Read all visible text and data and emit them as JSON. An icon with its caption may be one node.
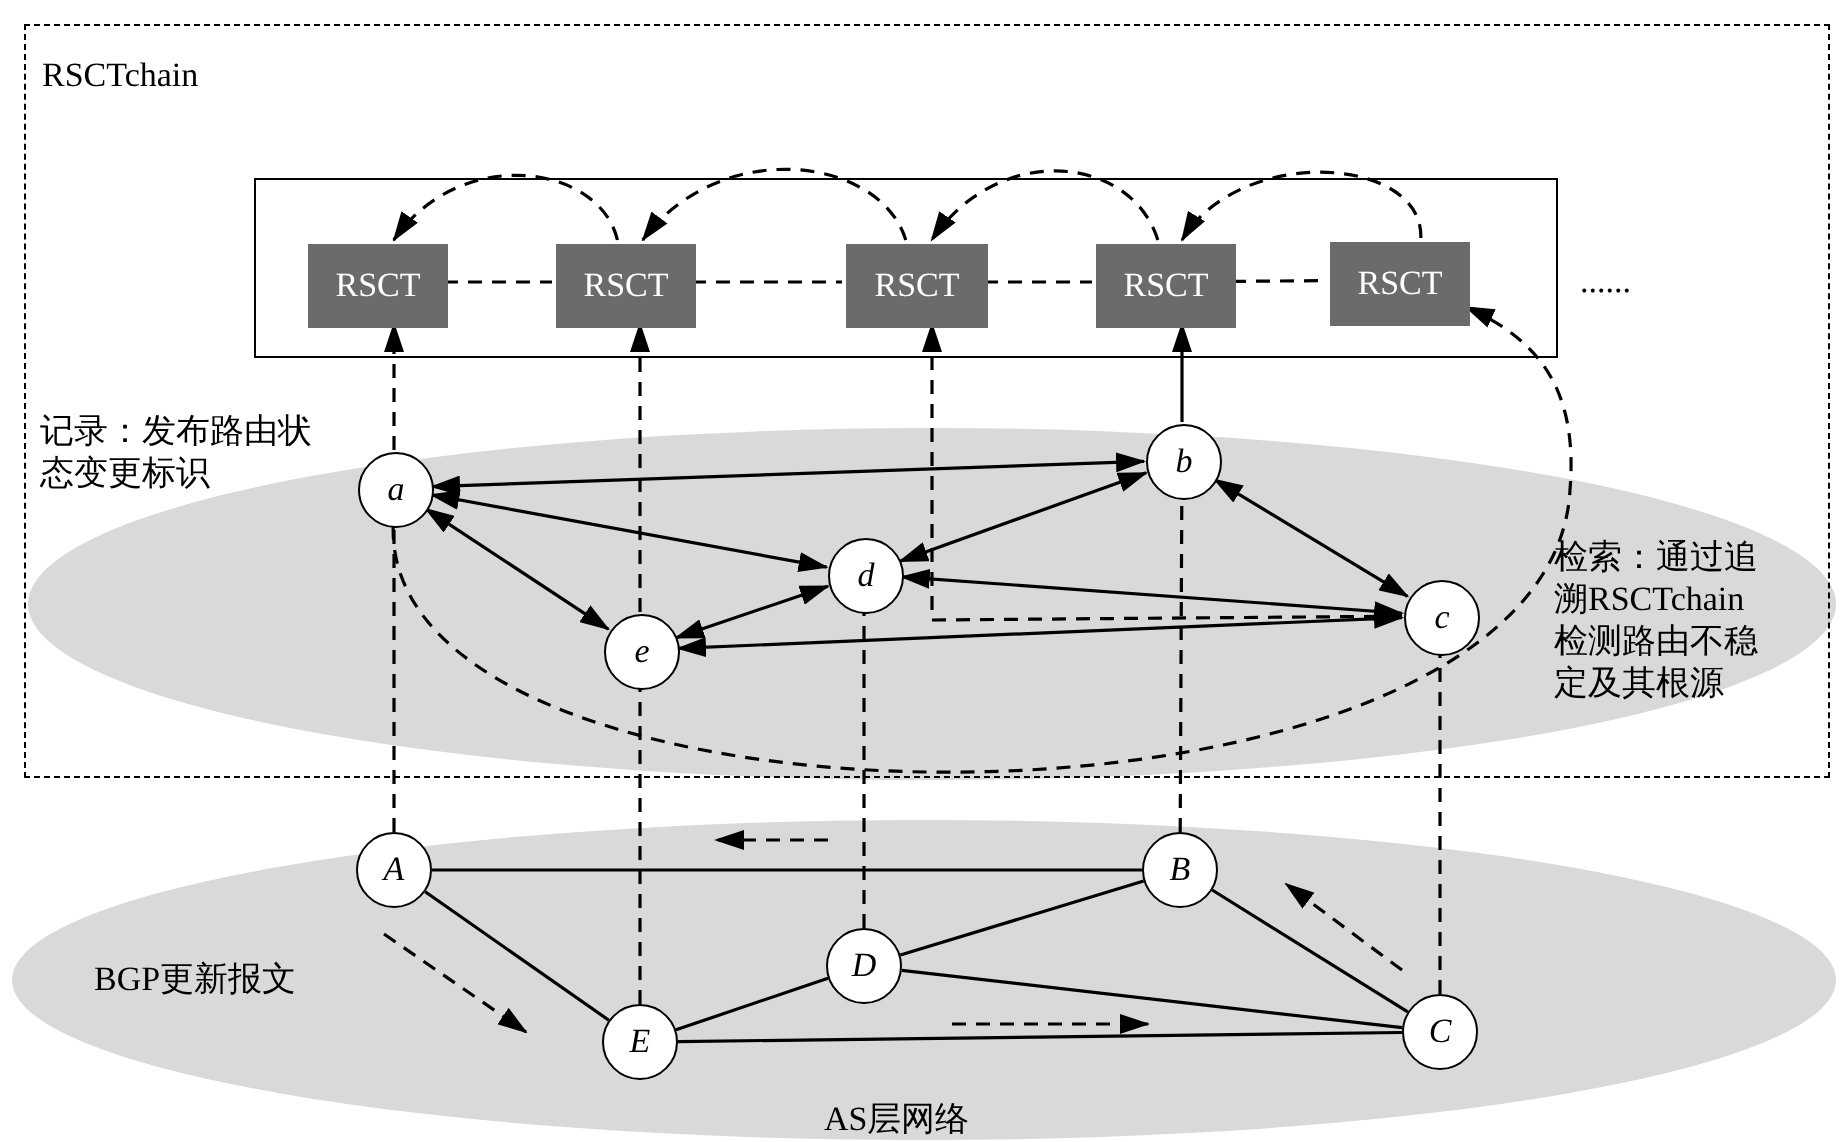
{
  "diagram": {
    "nodes": [
      {
        "text": [
          "RSCTchain"
        ]
      },
      {
        "text": [],
        "shape": "box",
        "in": 0
      },
      {
        "text": [
          "RSCT"
        ],
        "in": 1
      },
      {
        "text": [
          "RSCT"
        ],
        "in": 1
      },
      {
        "text": [
          "RSCT"
        ],
        "in": 1
      },
      {
        "text": [
          "RSCT"
        ],
        "in": 1
      },
      {
        "text": [
          "RSCT"
        ],
        "in": 1
      },
      {
        "text": [
          "a"
        ],
        "in": 0
      },
      {
        "text": [
          "b"
        ],
        "in": 0
      },
      {
        "text": [
          "d"
        ],
        "in": 0
      },
      {
        "text": [
          "e"
        ],
        "in": 0
      },
      {
        "text": [
          "c"
        ],
        "in": 0
      },
      {
        "text": [
          "A"
        ]
      },
      {
        "text": [
          "B"
        ]
      },
      {
        "text": [
          "D"
        ]
      },
      {
        "text": [
          "E"
        ]
      },
      {
        "text": [
          "C"
        ]
      }
    ],
    "edges": [
      {
        "from": 2,
        "to": 3,
        "arrow": "none",
        "style": "dashed"
      },
      {
        "from": 3,
        "to": 4,
        "arrow": "none",
        "style": "dashed"
      },
      {
        "from": 4,
        "to": 5,
        "arrow": "none",
        "style": "dashed"
      },
      {
        "from": 5,
        "to": 6,
        "arrow": "none",
        "style": "dashed"
      },
      {
        "from": 3,
        "to": 2,
        "arrow": "to",
        "style": "dashed"
      },
      {
        "from": 4,
        "to": 3,
        "arrow": "to",
        "style": "dashed"
      },
      {
        "from": 5,
        "to": 4,
        "arrow": "to",
        "style": "dashed"
      },
      {
        "from": 6,
        "to": 5,
        "arrow": "to",
        "style": "dashed"
      },
      {
        "from": 7,
        "to": 2,
        "arrow": "to",
        "style": "dashed"
      },
      {
        "from": 10,
        "to": 3,
        "arrow": "to",
        "style": "dashed"
      },
      {
        "from": 11,
        "to": 4,
        "arrow": "to",
        "style": "dashed"
      },
      {
        "from": 8,
        "to": 5,
        "arrow": "to"
      },
      {
        "from": 7,
        "to": 6,
        "arrow": "to",
        "style": "dashed"
      },
      {
        "from": 7,
        "to": 8,
        "arrow": "both"
      },
      {
        "from": 7,
        "to": 9,
        "arrow": "both"
      },
      {
        "from": 7,
        "to": 10,
        "arrow": "both"
      },
      {
        "from": 10,
        "to": 9,
        "arrow": "both"
      },
      {
        "from": 9,
        "to": 8,
        "arrow": "both"
      },
      {
        "from": 8,
        "to": 11,
        "arrow": "both"
      },
      {
        "from": 9,
        "to": 11,
        "arrow": "both"
      },
      {
        "from": 10,
        "to": 11,
        "arrow": "both"
      },
      {
        "from": 12,
        "to": 7,
        "arrow": "none",
        "style": "dashed"
      },
      {
        "from": 15,
        "to": 10,
        "arrow": "none",
        "style": "dashed"
      },
      {
        "from": 14,
        "to": 9,
        "arrow": "none",
        "style": "dashed"
      },
      {
        "from": 13,
        "to": 8,
        "arrow": "none",
        "style": "dashed"
      },
      {
        "from": 16,
        "to": 11,
        "arrow": "none",
        "style": "dashed"
      },
      {
        "from": 12,
        "to": 13,
        "arrow": "none"
      },
      {
        "from": 12,
        "to": 15,
        "arrow": "none"
      },
      {
        "from": 15,
        "to": 14,
        "arrow": "none"
      },
      {
        "from": 14,
        "to": 13,
        "arrow": "none"
      },
      {
        "from": 14,
        "to": 16,
        "arrow": "none"
      },
      {
        "from": 15,
        "to": 16,
        "arrow": "none"
      },
      {
        "from": 13,
        "to": 16,
        "arrow": "none"
      }
    ],
    "labels": [
      "记录：发布路由状态变更标识",
      "......",
      "检索：通过追溯RSCTchain检测路由不稳定及其根源",
      "BGP更新报文",
      "AS层网络"
    ]
  }
}
